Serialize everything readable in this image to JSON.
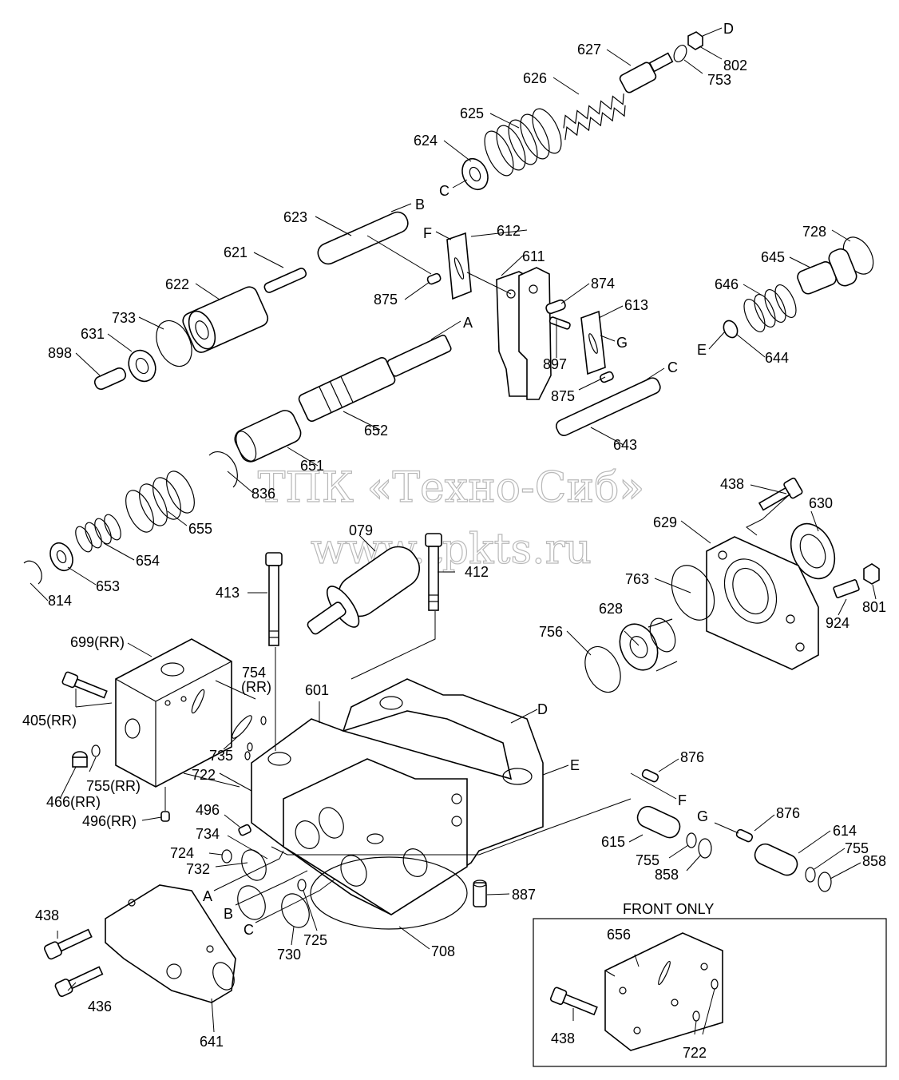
{
  "watermark": {
    "line1": "ТПК «Техно-Сиб»",
    "line2": "www.tpkts.ru"
  },
  "inset_title": "FRONT ONLY",
  "labels": {
    "l627": "627",
    "lD1": "D",
    "l802": "802",
    "l753": "753",
    "l626": "626",
    "l625": "625",
    "l624": "624",
    "lC1": "C",
    "l623": "623",
    "lB1": "B",
    "l621": "621",
    "l622": "622",
    "l733": "733",
    "l631": "631",
    "l898": "898",
    "lF1": "F",
    "l612": "612",
    "l611": "611",
    "l875a": "875",
    "lA1": "A",
    "l874": "874",
    "l613": "613",
    "lG1": "G",
    "l897": "897",
    "l875b": "875",
    "lC2": "C",
    "l643": "643",
    "l652": "652",
    "l651": "651",
    "l836": "836",
    "l728": "728",
    "l645": "645",
    "l646": "646",
    "lE1": "E",
    "l644": "644",
    "l655": "655",
    "l654": "654",
    "l653": "653",
    "l814": "814",
    "l079": "079",
    "l413": "413",
    "l412": "412",
    "l438a": "438",
    "l630": "630",
    "l629": "629",
    "l763": "763",
    "l628": "628",
    "l756": "756",
    "l924": "924",
    "l801": "801",
    "l699": "699(RR)",
    "l754a": "754",
    "l754b": "(RR)",
    "l405": "405(RR)",
    "l735": "735",
    "l722a": "722",
    "l755rr": "755(RR)",
    "l466": "466(RR)",
    "l496rr": "496(RR)",
    "l601": "601",
    "lD2": "D",
    "lE2": "E",
    "l876a": "876",
    "lF2": "F",
    "lG2": "G",
    "l876b": "876",
    "l614": "614",
    "l755a": "755",
    "l858a": "858",
    "l615": "615",
    "l755b": "755",
    "l858b": "858",
    "l496": "496",
    "l734": "734",
    "l724": "724",
    "l732": "732",
    "lA2": "A",
    "lB2": "B",
    "lC3": "C",
    "l730": "730",
    "l725": "725",
    "l887": "887",
    "l708": "708",
    "l438b": "438",
    "l436": "436",
    "l641": "641",
    "l656": "656",
    "l438c": "438",
    "l722b": "722"
  }
}
